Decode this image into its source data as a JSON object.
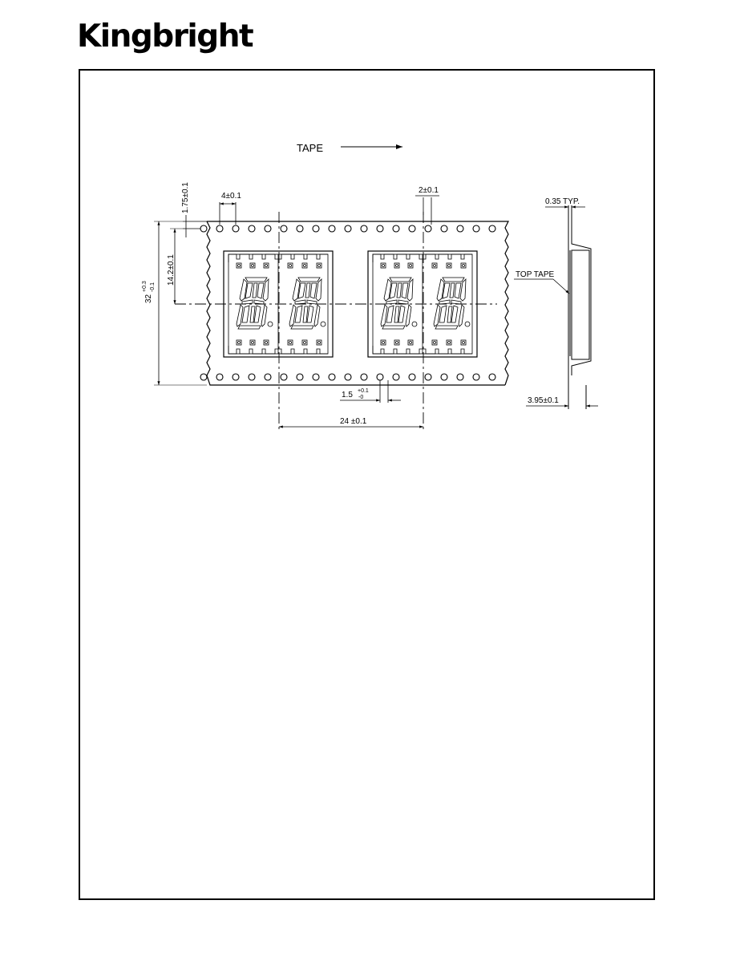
{
  "brand": {
    "name": "Kingbright"
  },
  "drawing": {
    "direction_label": "TAPE",
    "top_tape_label": "TOP TAPE",
    "dims": {
      "pitch_hole": "4±0.1",
      "hole_to_cavity": "2±0.1",
      "edge_to_hole": "1.75±0.1",
      "cavity_center": "14.2±0.1",
      "tape_width_base": "32",
      "tape_width_tol_plus": "+0.3",
      "tape_width_tol_minus": "-0.1",
      "hole_dia_base": "1.5",
      "hole_dia_tol_plus": "+0.1",
      "hole_dia_tol_minus": "-0",
      "cavity_pitch": "24 ±0.1",
      "tape_thickness": "0.35 TYP.",
      "cavity_depth": "3.95±0.1"
    }
  }
}
